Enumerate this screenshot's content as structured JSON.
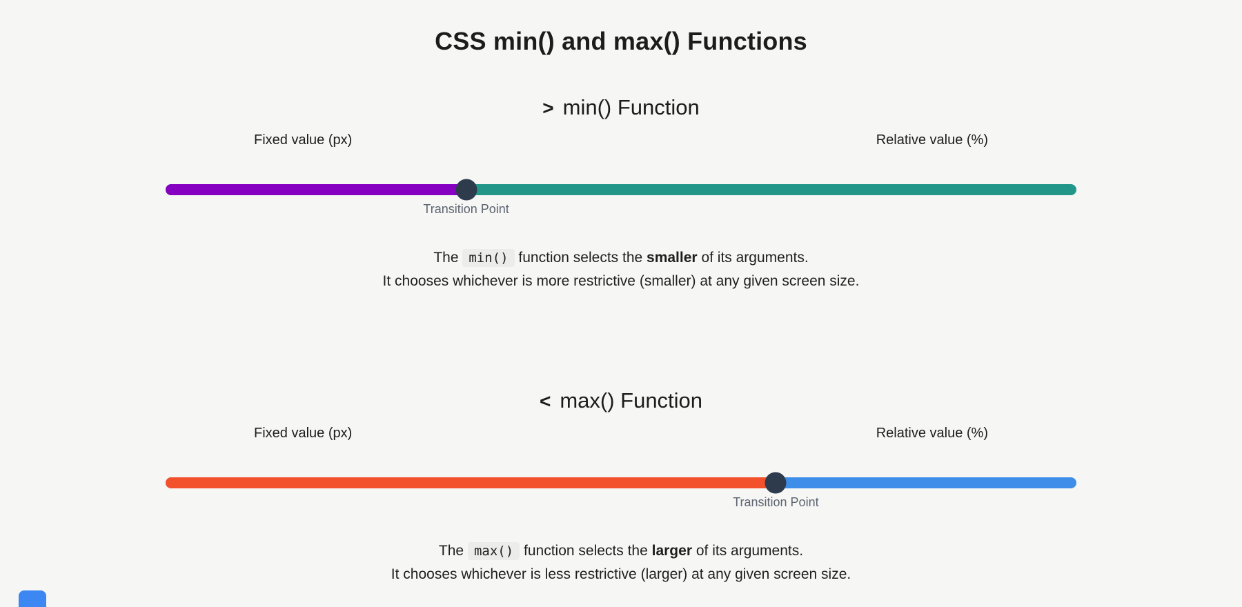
{
  "page": {
    "title": "CSS min() and max() Functions",
    "background_color": "#f6f6f4"
  },
  "sections": [
    {
      "symbol": ">",
      "heading": "min() Function",
      "left_label": "Fixed value (px)",
      "right_label": "Relative value (%)",
      "slider": {
        "left_color": "#8500c1",
        "right_color": "#23968a",
        "knob_color": "#2e3b4d",
        "transition_position": "33%",
        "knob_label": "Transition Point"
      },
      "description": {
        "pre": "The",
        "code": "min()",
        "mid": "function selects the",
        "bold": "smaller",
        "post": "of its arguments.",
        "line2": "It chooses whichever is more restrictive (smaller) at any given screen size."
      }
    },
    {
      "symbol": "<",
      "heading": "max() Function",
      "left_label": "Fixed value (px)",
      "right_label": "Relative value (%)",
      "slider": {
        "left_color": "#f2512b",
        "right_color": "#3e8ee9",
        "knob_color": "#2e3b4d",
        "transition_position": "67%",
        "knob_label": "Transition Point"
      },
      "description": {
        "pre": "The",
        "code": "max()",
        "mid": "function selects the",
        "bold": "larger",
        "post": "of its arguments.",
        "line2": "It chooses whichever is less restrictive (larger) at any given screen size."
      }
    }
  ],
  "peek_element": {
    "color": "#3d87f2"
  }
}
